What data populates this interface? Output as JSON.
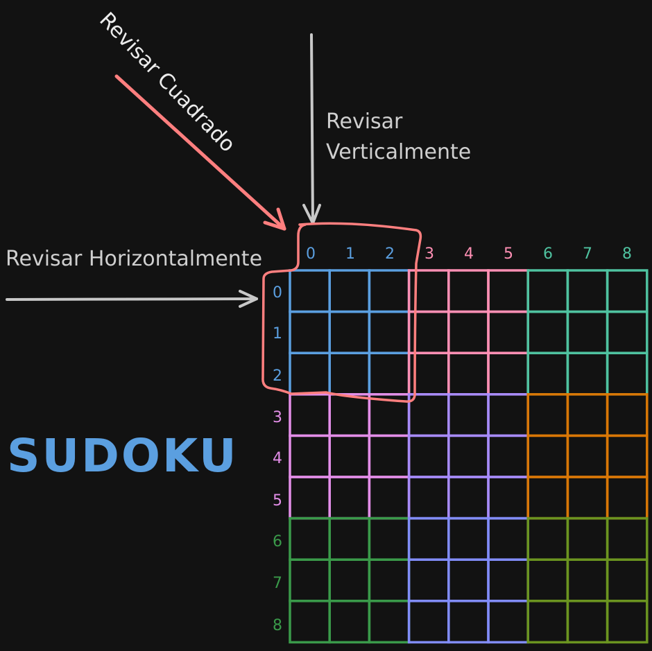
{
  "title": "SUDOKU",
  "annotations": {
    "square": "Revisar Cuadrado",
    "vertical_line1": "Revisar",
    "vertical_line2": "Verticalmente",
    "horizontal": "Revisar Horizontalmente"
  },
  "col_labels": [
    "0",
    "1",
    "2",
    "3",
    "4",
    "5",
    "6",
    "7",
    "8"
  ],
  "row_labels": [
    "0",
    "1",
    "2",
    "3",
    "4",
    "5",
    "6",
    "7",
    "8"
  ],
  "colors": {
    "background": "#121212",
    "title": "#5b9fe0",
    "annotation_text": "#cfcfcf",
    "highlight": "#ff7f7f",
    "arrow_gray": "#c8c8c8",
    "col_labels": [
      "#5b9fe0",
      "#ff8fb4",
      "#4fc2a0"
    ],
    "row_labels": [
      "#5b9fe0",
      "#e38ee8",
      "#3a9a4a"
    ],
    "boxes": [
      [
        "#5b9fe0",
        "#ff8fb4",
        "#4fc2a0"
      ],
      [
        "#e38ee8",
        "#a78bfa",
        "#d97706"
      ],
      [
        "#3a9a4a",
        "#818cf8",
        "#6b9420"
      ]
    ]
  }
}
